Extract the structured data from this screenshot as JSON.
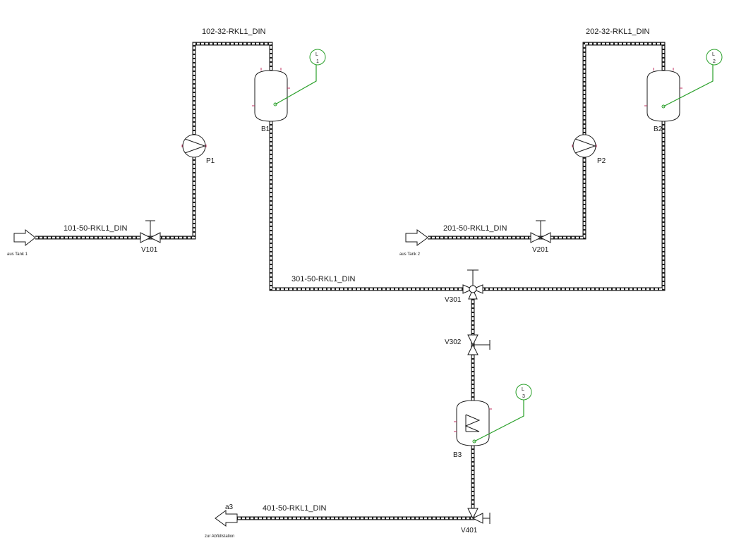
{
  "pipes": {
    "p102": "102-32-RKL1_DIN",
    "p202": "202-32-RKL1_DIN",
    "p101": "101-50-RKL1_DIN",
    "p201": "201-50-RKL1_DIN",
    "p301": "301-50-RKL1_DIN",
    "p401": "401-50-RKL1_DIN"
  },
  "equipment": {
    "b1": "B1",
    "b2": "B2",
    "b3": "B3",
    "p1": "P1",
    "p2": "P2"
  },
  "valves": {
    "v101": "V101",
    "v201": "V201",
    "v301": "V301",
    "v302": "V302",
    "v401": "V401"
  },
  "instruments": [
    {
      "letter": "L",
      "number": "1"
    },
    {
      "letter": "L",
      "number": "2"
    },
    {
      "letter": "L",
      "number": "3"
    }
  ],
  "connectors": {
    "in1": "aus Tank 1",
    "in2": "aus Tank 2",
    "out_tag": "a3",
    "out_label": "zur Abfüllstation"
  },
  "colors": {
    "pipe": "#1a1a1a",
    "signal": "#2aa02a",
    "nozzle": "#c03060"
  }
}
